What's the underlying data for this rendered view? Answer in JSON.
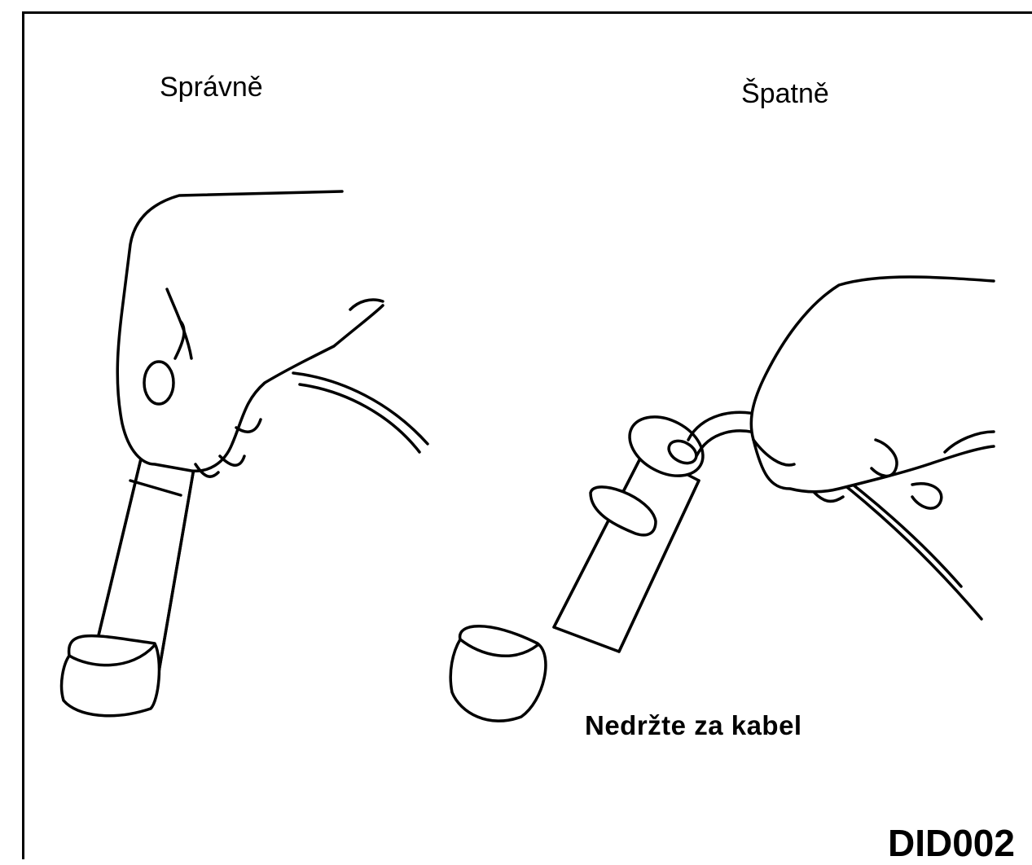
{
  "labels": {
    "correct": "Správně",
    "wrong": "Špatně",
    "note": "Nedržte za kabel",
    "code": "DID002"
  },
  "illustrations": [
    {
      "name": "correct-grip",
      "icon": "hand-gripping-boot-icon"
    },
    {
      "name": "wrong-grip",
      "icon": "hand-pulling-cable-icon"
    }
  ]
}
